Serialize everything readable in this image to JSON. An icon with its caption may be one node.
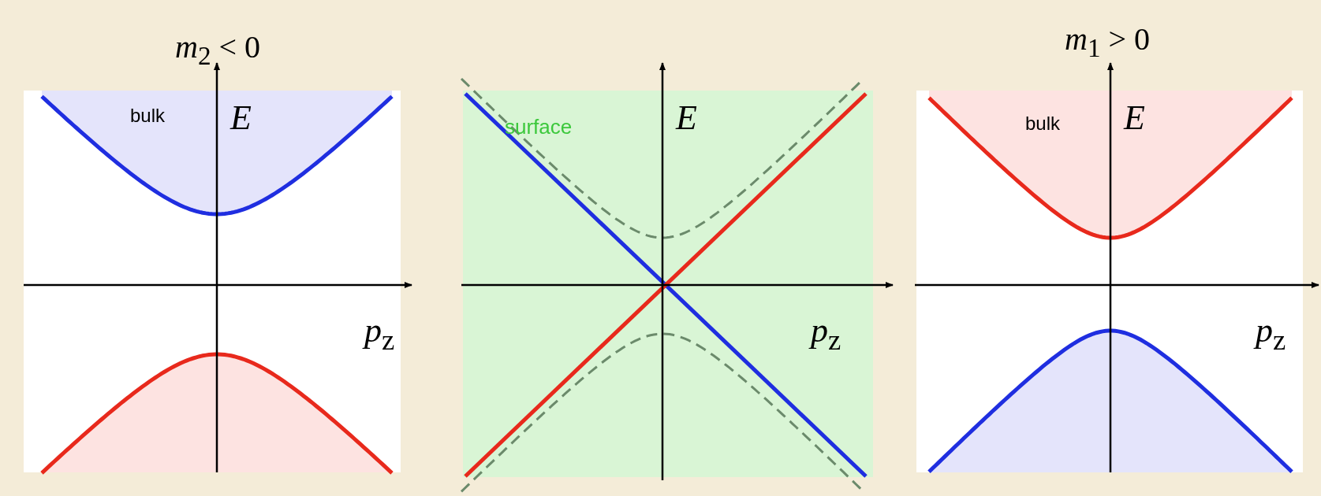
{
  "diagram": {
    "labels": [
      "*m*$_{2}$ < 0",
      "bulk",
      "E",
      "*p*$_{z}$",
      "surface",
      "E",
      "*p*$_{z}$",
      "*m*$_{1}$ > 0",
      "bulk",
      "E",
      "*p*$_{z}$"
    ]
  }
}
